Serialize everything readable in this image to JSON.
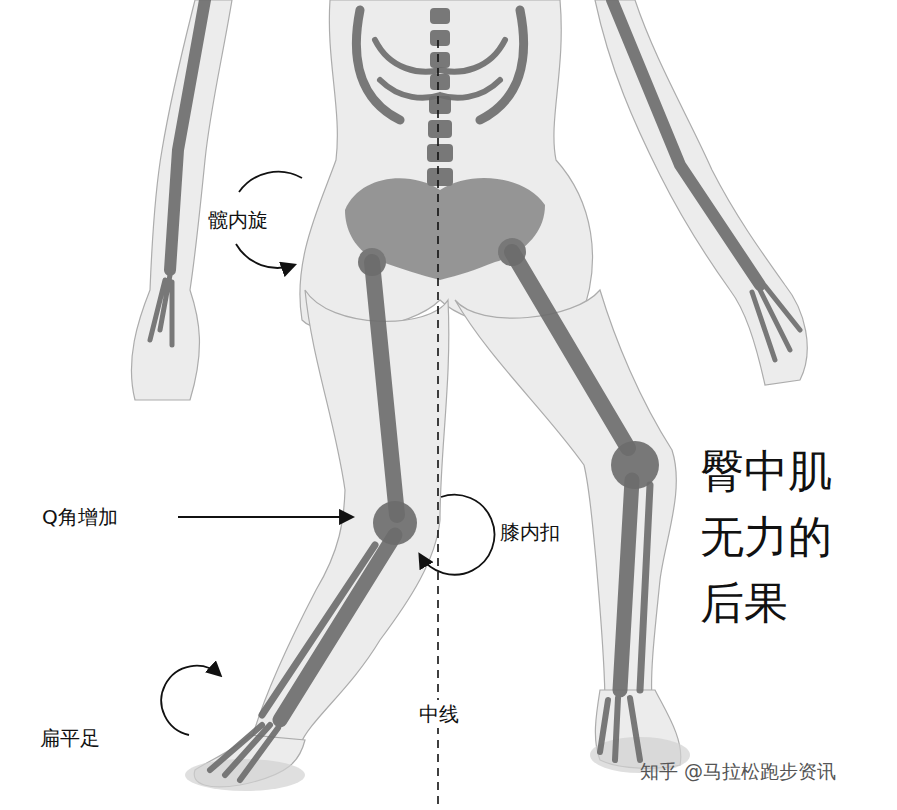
{
  "diagram": {
    "title": "臀中肌 无力的 后果",
    "labels": [
      "髋内旋",
      "Q角增加",
      "膝内扣",
      "中线",
      "扁平足",
      "知乎 @马拉松跑步资讯"
    ]
  }
}
